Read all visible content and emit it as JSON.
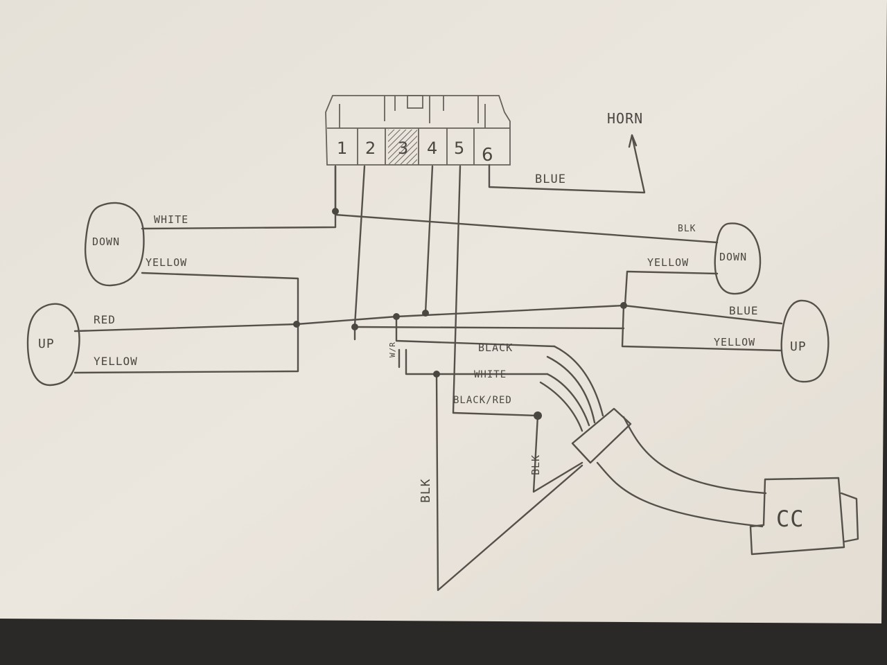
{
  "connector": {
    "pins": [
      "1",
      "2",
      "3",
      "4",
      "5",
      "6"
    ],
    "crossed_pin": "3"
  },
  "labels": {
    "horn": "HORN",
    "blue_top": "BLUE",
    "white_left": "WHITE",
    "yellow_left_down": "YELLOW",
    "red_left": "RED",
    "yellow_left_up": "YELLOW",
    "blk_right": "BLK",
    "yellow_right_down": "YELLOW",
    "blue_right": "BLUE",
    "yellow_right_up": "YELLOW",
    "black_mid": "BLACK",
    "white_mid": "WHITE",
    "black_red": "BLACK/RED",
    "blk_vertical": "BLK",
    "blk_small": "BLK",
    "w_r": "W/R"
  },
  "switches": {
    "left_down": "DOWN",
    "left_up": "UP",
    "right_down": "DOWN",
    "right_up": "UP"
  },
  "module": {
    "label": "CC"
  },
  "colors": {
    "paper": "#e9e4dc",
    "pencil": "#4a4640",
    "background": "#2a2826"
  }
}
